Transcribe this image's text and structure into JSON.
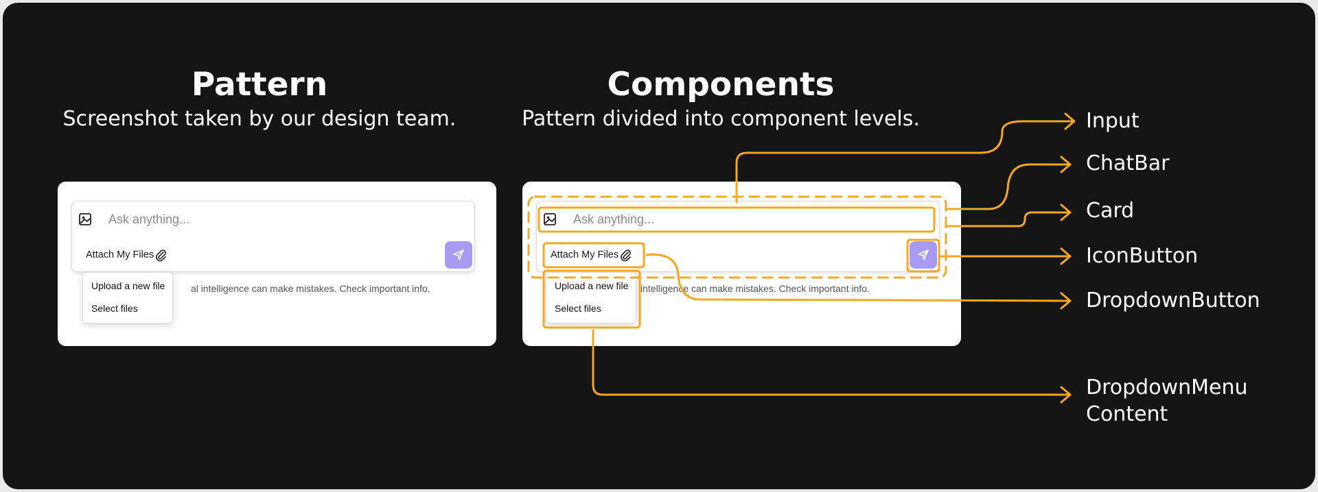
{
  "pattern": {
    "title": "Pattern",
    "subtitle": "Screenshot taken by our design team."
  },
  "components": {
    "title": "Components",
    "subtitle": "Pattern divided into component levels."
  },
  "chat": {
    "placeholder": "Ask anything...",
    "attach_label": "Attach My Files",
    "disclaimer_left": "al intelligence can make mistakes. Check important info.",
    "disclaimer_right": "intelligence can make mistakes. Check important info.",
    "menu_items": [
      "Upload a new file",
      "Select files"
    ],
    "send_color": "#a79af0"
  },
  "annotations": {
    "color": "#f5a623",
    "labels": {
      "input": "Input",
      "chatbar": "ChatBar",
      "card": "Card",
      "iconbutton": "IconButton",
      "dropdownbutton": "DropdownButton",
      "dropdownmenu_line1": "DropdownMenu",
      "dropdownmenu_line2": "Content"
    }
  },
  "icons": [
    "image-icon",
    "paperclip-icon",
    "send-icon",
    "arrow-icon"
  ]
}
